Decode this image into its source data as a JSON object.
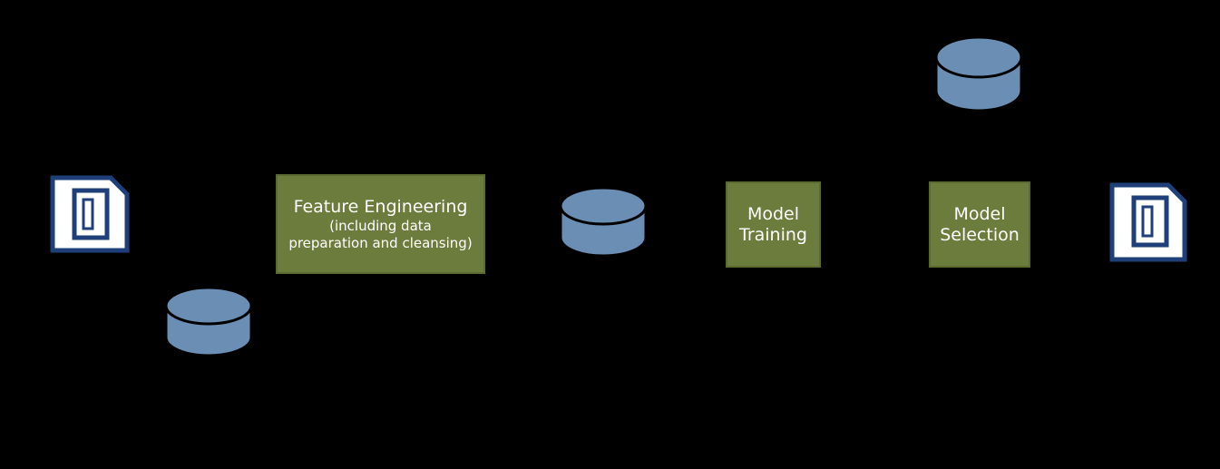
{
  "process_boxes": {
    "feature_engineering": {
      "title": "Feature Engineering",
      "subtitle_1": "(including data",
      "subtitle_2": "preparation and cleansing)"
    },
    "model_training": {
      "line_1": "Model",
      "line_2": "Training"
    },
    "model_selection": {
      "line_1": "Model",
      "line_2": "Selection"
    }
  },
  "colors": {
    "background": "#000000",
    "process_fill": "#6b7c3c",
    "process_border": "#5a6a30",
    "database_fill": "#6b8eb5",
    "document_border": "#1e3f7a",
    "connector": "#000000",
    "text": "#ffffff"
  },
  "icons": {
    "document": "document-icon",
    "database": "database-icon",
    "arrow": "arrow-head-icon"
  }
}
